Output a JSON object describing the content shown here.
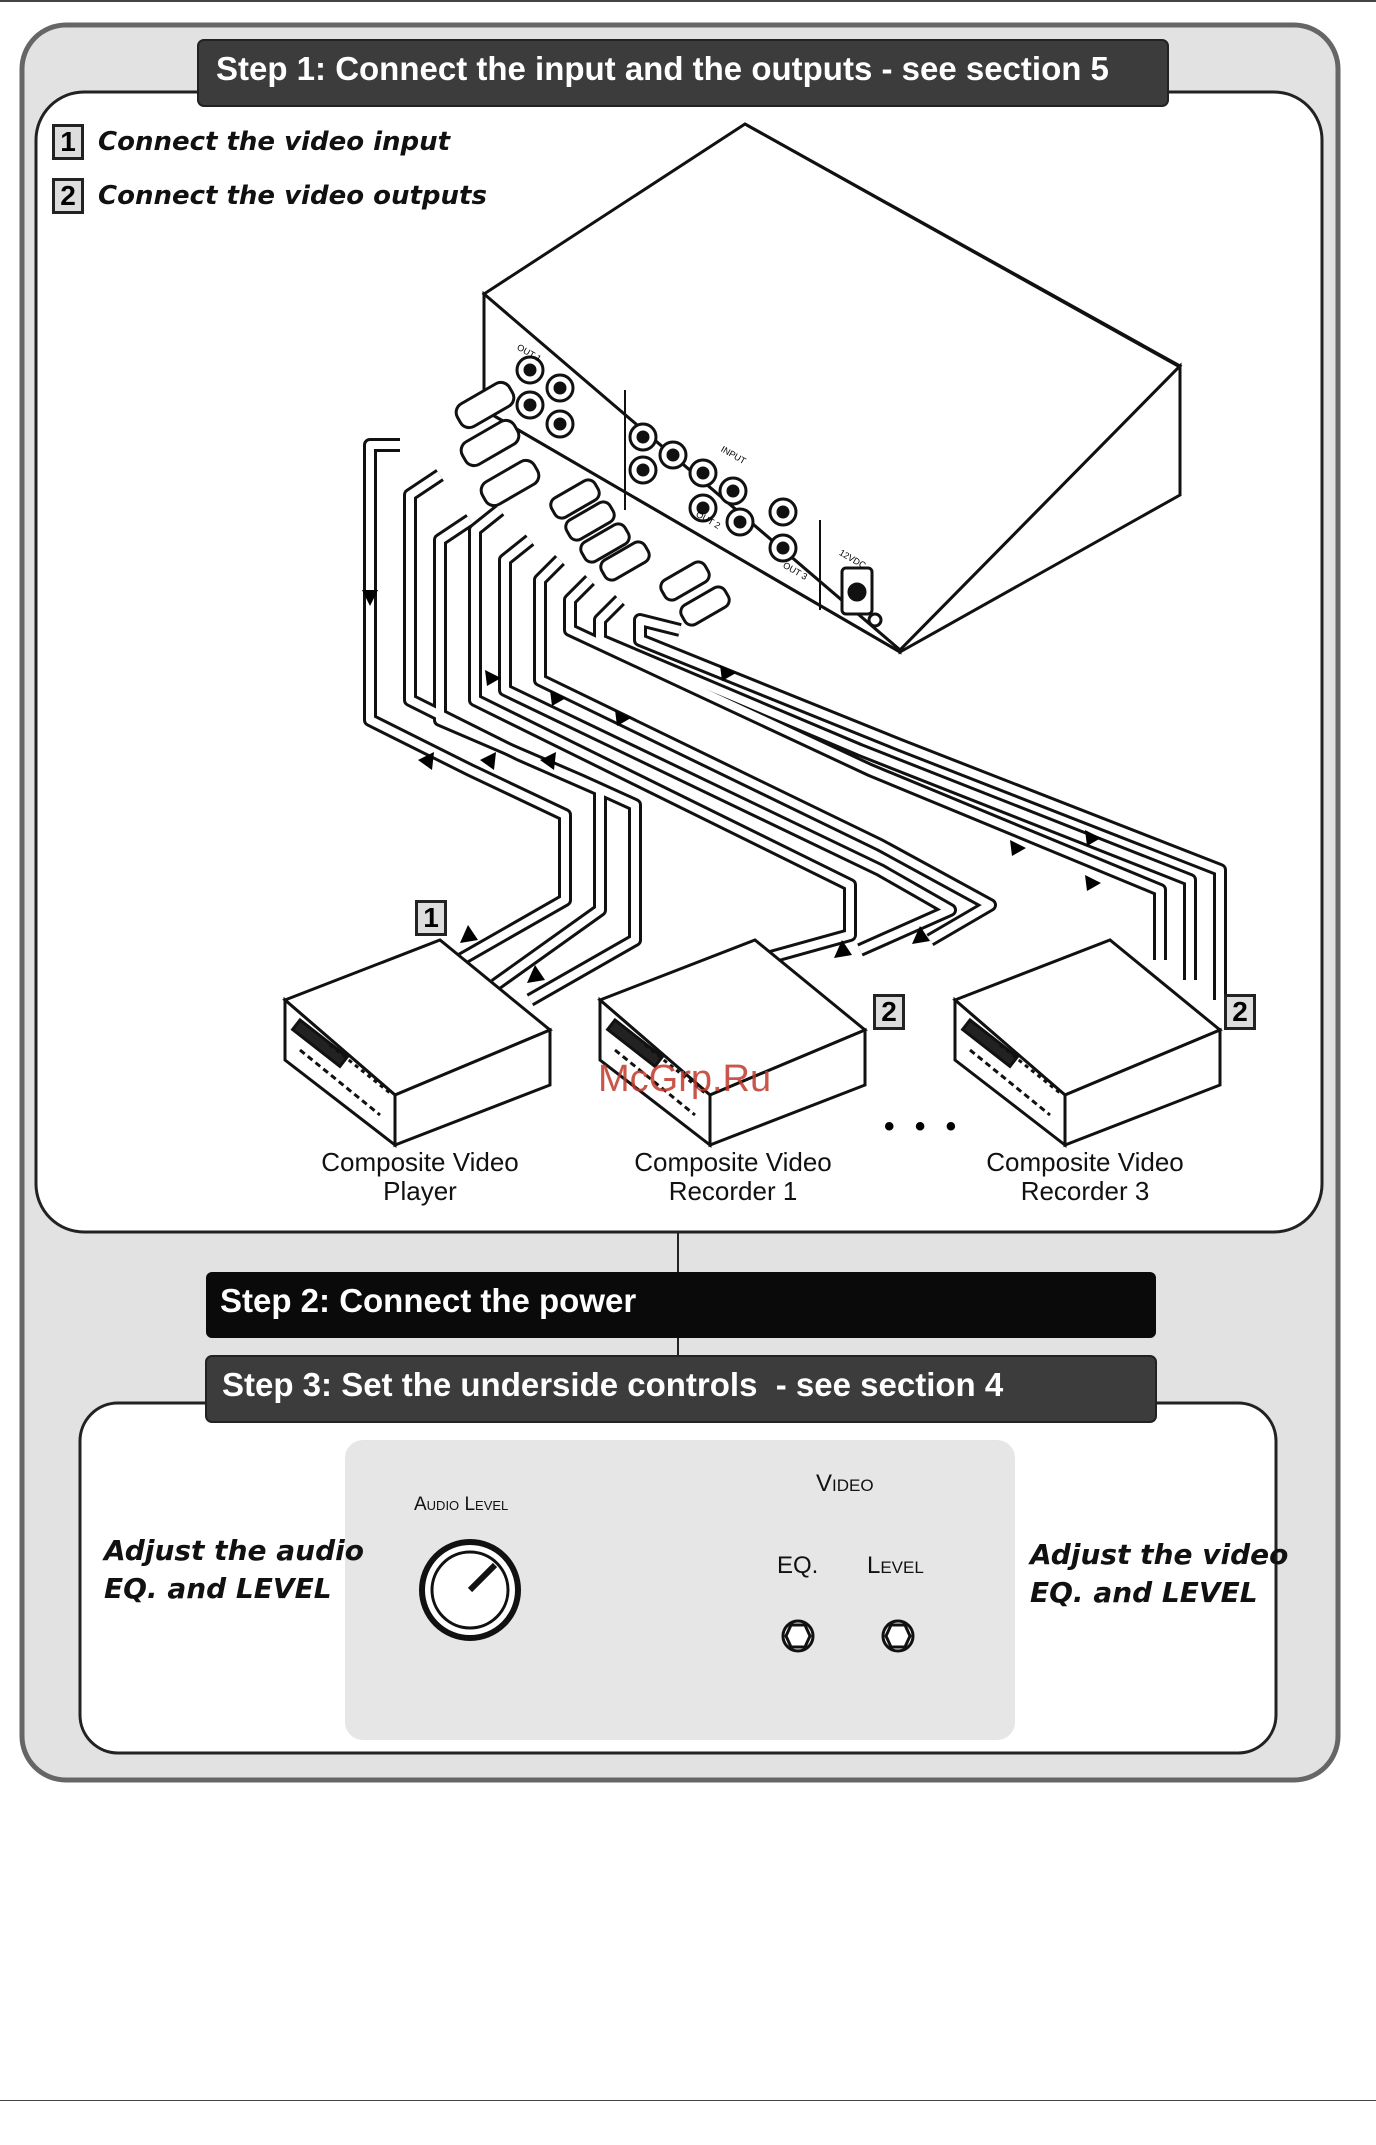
{
  "steps": [
    {
      "title": "Step 1: Connect the input and the outputs - see section 5"
    },
    {
      "title": "Step 2: Connect the power"
    },
    {
      "title": "Step 3: Set the underside controls  - see section 4"
    }
  ],
  "step1": {
    "legend": [
      {
        "num": "1",
        "text": "Connect the video input"
      },
      {
        "num": "2",
        "text": "Connect the video outputs"
      }
    ],
    "devices": [
      {
        "line1": "Composite Video",
        "line2": "Player",
        "badge": "1"
      },
      {
        "line1": "Composite Video",
        "line2": "Recorder 1",
        "badge": "2"
      },
      {
        "line1": "Composite Video",
        "line2": "Recorder 3",
        "badge": "2"
      }
    ],
    "ellipsis": "• • •",
    "unit_labels": {
      "power": "12VDC",
      "out1": "OUT 1",
      "out2": "OUT 2",
      "out3": "OUT 3",
      "input": "INPUT"
    }
  },
  "step3": {
    "left_note": [
      "Adjust the audio",
      "EQ. and LEVEL"
    ],
    "right_note": [
      "Adjust the video",
      "EQ. and LEVEL"
    ],
    "audio_label": "Audio Level",
    "video_label": "Video",
    "eq_label": "EQ.",
    "level_label": "Level"
  },
  "watermark": "McGrp.Ru",
  "colors": {
    "panel_bg": "#e2e2e2",
    "banner_dark": "#3c3c3c",
    "banner_black": "#0a0a0a",
    "watermark": "#c0392b"
  }
}
